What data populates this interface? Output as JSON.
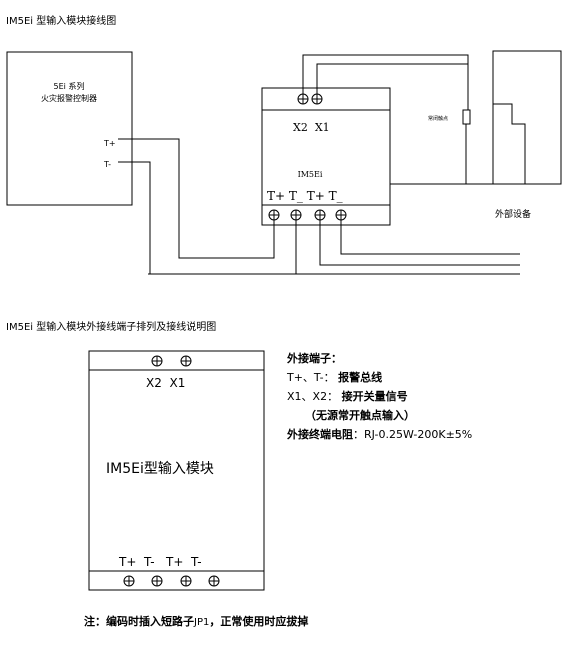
{
  "diagram1": {
    "title": "IM5Ei 型输入模块接线图",
    "controller": {
      "line1": "5Ei 系列",
      "line2": "火灾报警控制器",
      "terminal_pos": "T+",
      "terminal_neg": "T-"
    },
    "module": {
      "top_label": "X2  X1",
      "name": "IM5Ei",
      "bottom_label": "T+ T_ T+ T_"
    },
    "device": {
      "contact_label": "常闭触点",
      "caption": "外部设备"
    }
  },
  "diagram2": {
    "title": "IM5Ei 型输入模块外接线端子排列及接线说明图",
    "module": {
      "top_label": "X2  X1",
      "name": "IM5Ei型输入模块",
      "bottom_label": "T+  T-   T+  T-"
    },
    "desc": {
      "heading": "外接端子：",
      "l1_prefix": "T+、T-：",
      "l1_text": "报警总线",
      "l2_prefix": "X1、X2：",
      "l2_text": "接开关量信号",
      "l3": "（无源常开触点输入）",
      "l4_label": "外接终端电阻",
      "l4_value": "：RJ-0.25W-200K±5%"
    },
    "note": {
      "p1": "注：编码时插入短路子",
      "p2": "JP1",
      "p3": "，正常使用时应拔掉"
    }
  }
}
